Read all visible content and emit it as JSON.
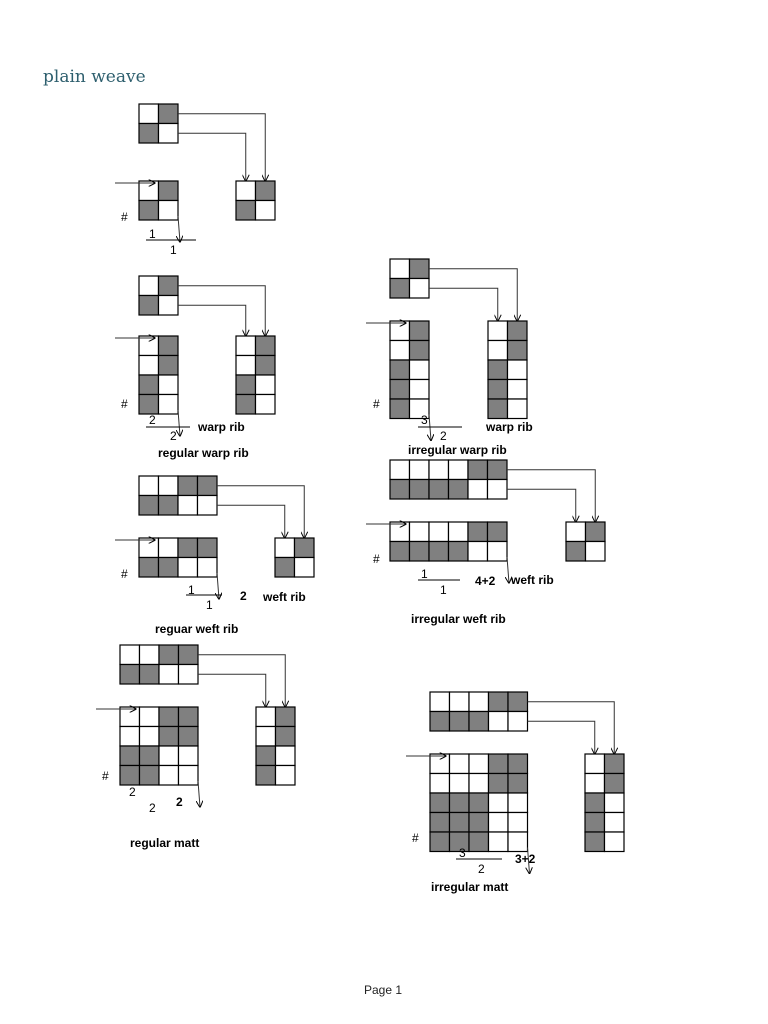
{
  "title": "plain weave",
  "colors": {
    "filled": "#808080",
    "empty": "#ffffff",
    "line": "#000000",
    "title": "#2e5f6e"
  },
  "hash": "#",
  "sections": [
    {
      "name": "plain",
      "label": "",
      "kind": "",
      "fraction": {
        "top": "1",
        "bottom": "1"
      },
      "extra": "",
      "top_pattern": [
        [
          0,
          1
        ],
        [
          1,
          0
        ]
      ],
      "main_pattern": [
        [
          0,
          1
        ],
        [
          1,
          0
        ]
      ],
      "result_pattern": [
        [
          0,
          1
        ],
        [
          1,
          0
        ]
      ]
    },
    {
      "name": "regular-warp-rib",
      "label": "regular warp  rib",
      "kind": "warp rib",
      "fraction": {
        "top": "2",
        "bottom": "2"
      },
      "extra": "",
      "top_pattern": [
        [
          0,
          1
        ],
        [
          1,
          0
        ]
      ],
      "main_pattern": [
        [
          0,
          1
        ],
        [
          0,
          1
        ],
        [
          1,
          0
        ],
        [
          1,
          0
        ]
      ],
      "result_pattern": [
        [
          0,
          1
        ],
        [
          0,
          1
        ],
        [
          1,
          0
        ],
        [
          1,
          0
        ]
      ]
    },
    {
      "name": "irregular-warp-rib",
      "label": "irregular warp rib",
      "kind": "warp rib",
      "fraction": {
        "top": "3",
        "bottom": "2"
      },
      "extra": "",
      "top_pattern": [
        [
          0,
          1
        ],
        [
          1,
          0
        ]
      ],
      "main_pattern": [
        [
          0,
          1
        ],
        [
          0,
          1
        ],
        [
          1,
          0
        ],
        [
          1,
          0
        ],
        [
          1,
          0
        ]
      ],
      "result_pattern": [
        [
          0,
          1
        ],
        [
          0,
          1
        ],
        [
          1,
          0
        ],
        [
          1,
          0
        ],
        [
          1,
          0
        ]
      ]
    },
    {
      "name": "regular-weft-rib",
      "label": "reguar weft rib",
      "kind": "weft  rib",
      "fraction": {
        "top": "1",
        "bottom": "1"
      },
      "extra": "2",
      "top_pattern": [
        [
          0,
          0,
          1,
          1
        ],
        [
          1,
          1,
          0,
          0
        ]
      ],
      "main_pattern": [
        [
          0,
          0,
          1,
          1
        ],
        [
          1,
          1,
          0,
          0
        ]
      ],
      "result_pattern": [
        [
          0,
          1
        ],
        [
          1,
          0
        ]
      ]
    },
    {
      "name": "irregular-weft-rib",
      "label": "irregular weft  rib",
      "kind": "weft rib",
      "fraction": {
        "top": "1",
        "bottom": "1"
      },
      "extra": "4+2",
      "top_pattern": [
        [
          0,
          0,
          0,
          0,
          1,
          1
        ],
        [
          1,
          1,
          1,
          1,
          0,
          0
        ]
      ],
      "main_pattern": [
        [
          0,
          0,
          0,
          0,
          1,
          1
        ],
        [
          1,
          1,
          1,
          1,
          0,
          0
        ]
      ],
      "result_pattern": [
        [
          0,
          1
        ],
        [
          1,
          0
        ]
      ]
    },
    {
      "name": "regular-matt",
      "label": "regular matt",
      "kind": "",
      "fraction": {
        "top": "2",
        "bottom": "2"
      },
      "extra": "2",
      "top_pattern": [
        [
          0,
          0,
          1,
          1
        ],
        [
          1,
          1,
          0,
          0
        ]
      ],
      "main_pattern": [
        [
          0,
          0,
          1,
          1
        ],
        [
          0,
          0,
          1,
          1
        ],
        [
          1,
          1,
          0,
          0
        ],
        [
          1,
          1,
          0,
          0
        ]
      ],
      "result_pattern": [
        [
          0,
          1
        ],
        [
          0,
          1
        ],
        [
          1,
          0
        ],
        [
          1,
          0
        ]
      ]
    },
    {
      "name": "irregular-matt",
      "label": "irregular  matt",
      "kind": "",
      "fraction": {
        "top": "3",
        "bottom": "2"
      },
      "extra": "3+2",
      "top_pattern": [
        [
          0,
          0,
          0,
          1,
          1
        ],
        [
          1,
          1,
          1,
          0,
          0
        ]
      ],
      "main_pattern": [
        [
          0,
          0,
          0,
          1,
          1
        ],
        [
          0,
          0,
          0,
          1,
          1
        ],
        [
          1,
          1,
          1,
          0,
          0
        ],
        [
          1,
          1,
          1,
          0,
          0
        ],
        [
          1,
          1,
          1,
          0,
          0
        ]
      ],
      "result_pattern": [
        [
          0,
          1
        ],
        [
          0,
          1
        ],
        [
          1,
          0
        ],
        [
          1,
          0
        ],
        [
          1,
          0
        ]
      ]
    }
  ],
  "footer": "Page 1"
}
